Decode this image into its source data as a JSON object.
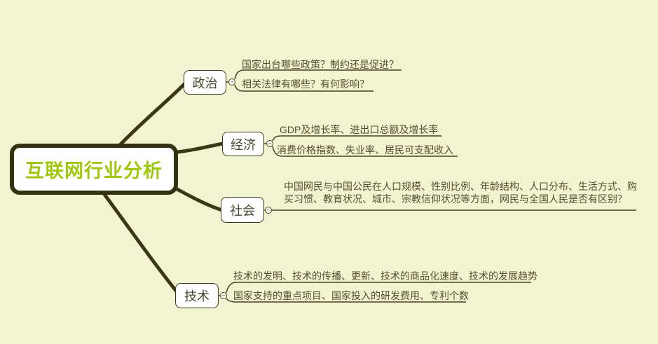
{
  "colors": {
    "background": "#f2f3d2",
    "node_fill": "#ffffff",
    "central_border": "#343110",
    "central_text": "#9fc70e",
    "branch_border": "#3c3a16",
    "branch_text": "#4a4a30",
    "child_text": "#534f29",
    "connector": "#46431c"
  },
  "ui": {
    "collapse_icon": "−"
  },
  "central_topic": {
    "label": "互联网行业分析"
  },
  "branches": [
    {
      "label": "政治",
      "children": [
        {
          "text": "国家出台哪些政策？制约还是促进？"
        },
        {
          "text": "相关法律有哪些？有何影响？"
        }
      ]
    },
    {
      "label": "经济",
      "children": [
        {
          "text": "GDP及增长率、进出口总额及增长率"
        },
        {
          "text": "消费价格指数、失业率、居民可支配收入"
        }
      ]
    },
    {
      "label": "社会",
      "children": [
        {
          "text": "中国网民与中国公民在人口规模、性别比例、年龄结构、人口分布、生活方式、购买习惯、教育状况、城市、宗教信仰状况等方面，网民与全国人民是否有区别？"
        }
      ]
    },
    {
      "label": "技术",
      "children": [
        {
          "text": "技术的发明、技术的传播、更新、技术的商品化速度、技术的发展趋势"
        },
        {
          "text": "国家支持的重点项目、国家投入的研发费用、专利个数"
        }
      ]
    }
  ]
}
